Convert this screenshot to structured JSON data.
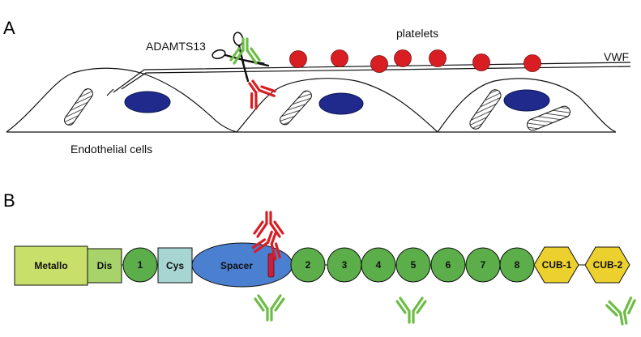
{
  "panel_a": {
    "letter": "A",
    "labels": {
      "adamts13": "ADAMTS13",
      "platelets": "platelets",
      "vwf": "VWF",
      "endothelial": "Endothelial cells"
    },
    "platelet_count": 7,
    "colors": {
      "platelet": "#d81e23",
      "nucleus": "#1f2a8c",
      "antibody_red": "#d81e23",
      "antibody_green": "#6cbd45"
    },
    "icons": [
      "scissors-icon",
      "antibody-icon"
    ]
  },
  "panel_b": {
    "letter": "B",
    "domains": [
      {
        "label": "Metallo",
        "shape": "rect",
        "color": "#c8df6a"
      },
      {
        "label": "Dis",
        "shape": "rect",
        "color": "#a7d36a"
      },
      {
        "label": "1",
        "shape": "circle",
        "color": "#5cae4a"
      },
      {
        "label": "Cys",
        "shape": "rect",
        "color": "#a7d6d2"
      },
      {
        "label": "Spacer",
        "shape": "ellipse",
        "color": "#4b7fcf"
      },
      {
        "label": "2",
        "shape": "circle",
        "color": "#5cae4a"
      },
      {
        "label": "3",
        "shape": "circle",
        "color": "#5cae4a"
      },
      {
        "label": "4",
        "shape": "circle",
        "color": "#5cae4a"
      },
      {
        "label": "5",
        "shape": "circle",
        "color": "#5cae4a"
      },
      {
        "label": "6",
        "shape": "circle",
        "color": "#5cae4a"
      },
      {
        "label": "7",
        "shape": "circle",
        "color": "#5cae4a"
      },
      {
        "label": "8",
        "shape": "circle",
        "color": "#5cae4a"
      },
      {
        "label": "CUB-1",
        "shape": "hexagon",
        "color": "#ecd02e"
      },
      {
        "label": "CUB-2",
        "shape": "hexagon",
        "color": "#ecd02e"
      }
    ],
    "epitope_color": "#c8203a"
  }
}
